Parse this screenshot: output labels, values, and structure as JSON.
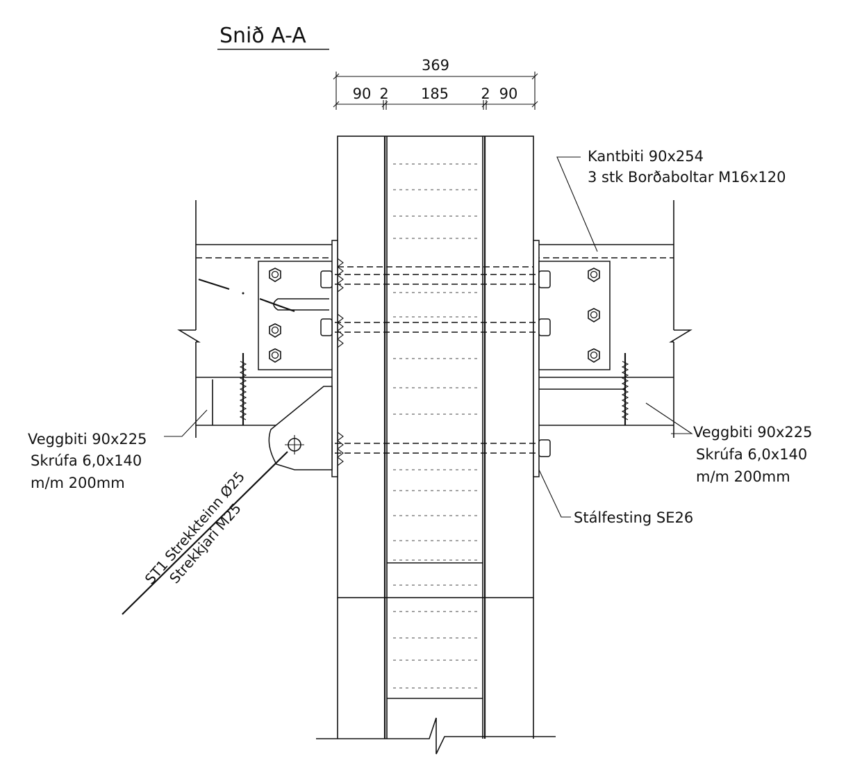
{
  "title": "Snið A-A",
  "dimensions": {
    "overall": "369",
    "segments": [
      "90",
      "2",
      "185",
      "2",
      "90"
    ]
  },
  "labels": {
    "kantbiti_line1": "Kantbiti 90x254",
    "kantbiti_line2": "3 stk Borðaboltar M16x120",
    "veggbiti_left_line1": "Veggbiti 90x225",
    "veggbiti_left_line2": "Skrúfa 6,0x140",
    "veggbiti_left_line3": "m/m 200mm",
    "veggbiti_right_line1": "Veggbiti 90x225",
    "veggbiti_right_line2": "Skrúfa 6,0x140",
    "veggbiti_right_line3": "m/m 200mm",
    "stalfesting": "Stálfesting SE26",
    "strekkteinn_line1": "ST1 Strekkteinn Ø25",
    "strekkteinn_line2": "Strekkjari M25"
  }
}
